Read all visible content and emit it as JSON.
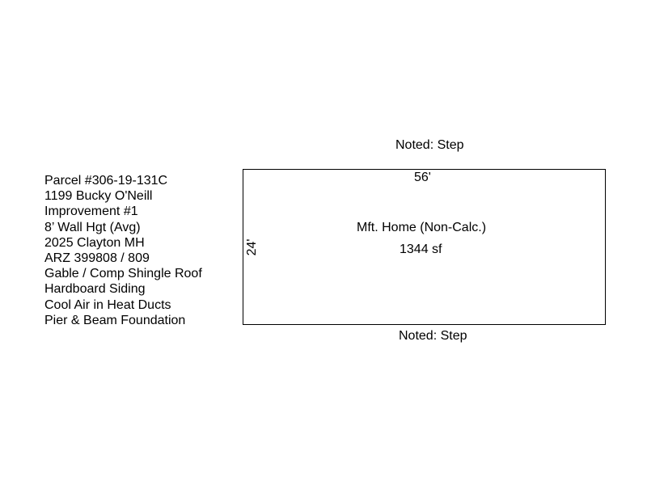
{
  "info": {
    "lines": [
      "Parcel #306-19-131C",
      "1199 Bucky O'Neill",
      "Improvement #1",
      "8’ Wall Hgt (Avg)",
      "2025 Clayton MH",
      "ARZ 399808 / 809",
      "Gable / Comp Shingle Roof",
      "Hardboard Siding",
      "Cool Air in Heat Ducts",
      "Pier & Beam Foundation"
    ]
  },
  "plan": {
    "note_top": "Noted: Step",
    "note_bottom": "Noted: Step",
    "width_label": "56'",
    "height_label": "24'",
    "area_name": "Mft. Home (Non-Calc.)",
    "area_size": "1344 sf"
  }
}
